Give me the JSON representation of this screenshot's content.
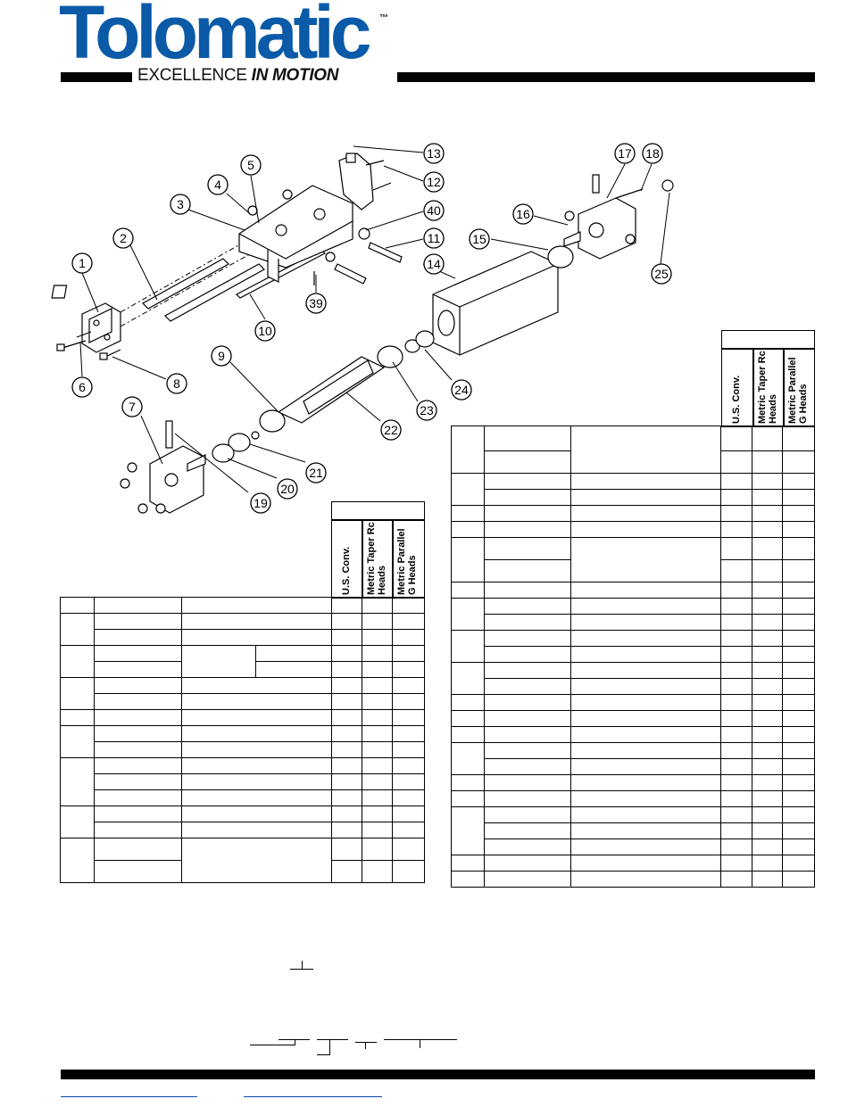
{
  "brand": {
    "name": "Tolomatic",
    "trademark": "™",
    "tagline_plain": "EXCELLENCE ",
    "tagline_emph": "IN MOTION",
    "color": "#0a5aa8"
  },
  "diagram": {
    "callouts": [
      "1",
      "2",
      "3",
      "4",
      "5",
      "6",
      "7",
      "8",
      "9",
      "10",
      "11",
      "12",
      "13",
      "14",
      "15",
      "16",
      "17",
      "18",
      "19",
      "20",
      "21",
      "22",
      "23",
      "24",
      "25",
      "39",
      "40"
    ]
  },
  "left_table": {
    "columns": [
      "U.S. Conv.",
      "Metric Taper Rc Heads",
      "Metric Parallel G Heads"
    ]
  },
  "right_table": {
    "columns": [
      "U.S. Conv.",
      "Metric Taper Rc Heads",
      "Metric Parallel G Heads"
    ]
  },
  "colors": {
    "link_blue": "#0a46a8"
  }
}
